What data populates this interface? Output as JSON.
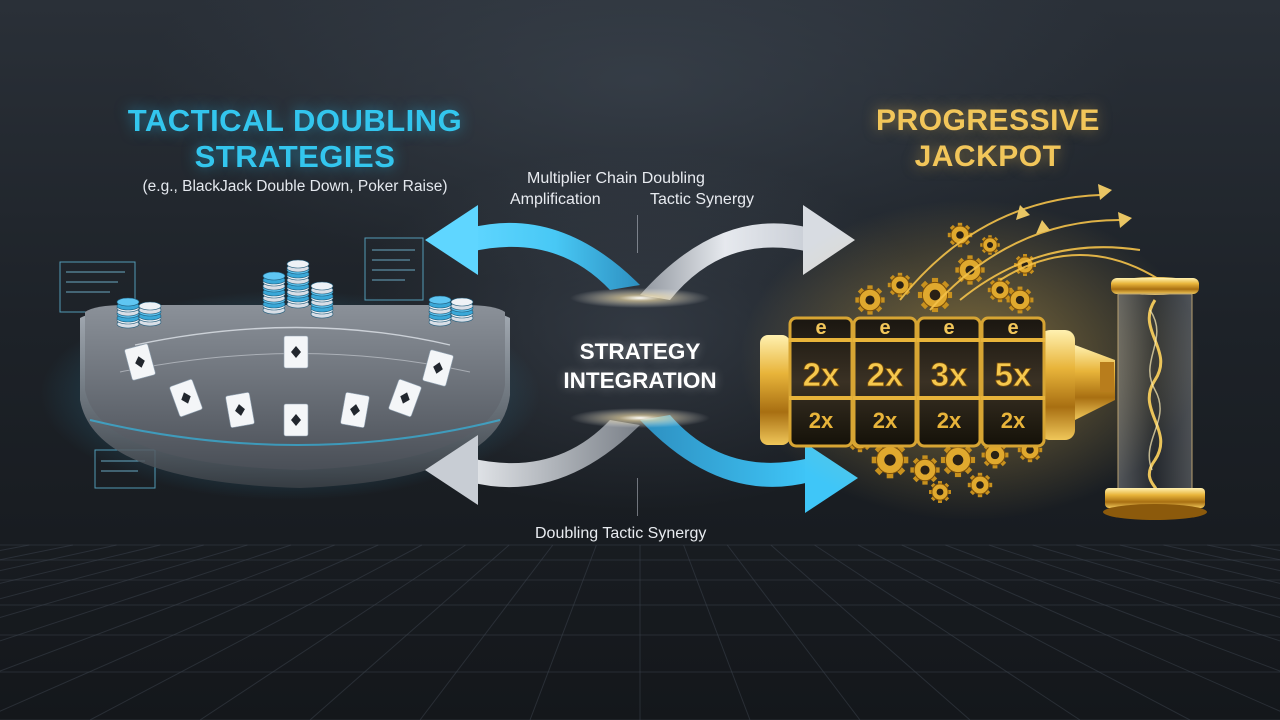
{
  "left_panel": {
    "title_line1": "TACTICAL DOUBLING",
    "title_line2": "STRATEGIES",
    "subtitle": "(e.g., BlackJack Double Down, Poker Raise)"
  },
  "right_panel": {
    "title_line1": "PROGRESSIVE",
    "title_line2": "JACKPOT",
    "reel_top_symbols": [
      "e",
      "e",
      "e",
      "e"
    ],
    "reel_multipliers_main": [
      "2x",
      "2x",
      "3x",
      "5x"
    ],
    "reel_multipliers_lower": [
      "2x",
      "2x",
      "2x",
      "2x"
    ]
  },
  "center": {
    "title_line1": "STRATEGY",
    "title_line2": "INTEGRATION",
    "top_label_a": "Multiplier Chain Doubling",
    "top_label_b": "Amplification",
    "top_label_c": "Tactic Synergy",
    "bottom_label": "Doubling Tactic Synergy"
  },
  "colors": {
    "left_accent": "#33c6ee",
    "right_accent": "#f2c65a",
    "gold": "#d9a520",
    "silver_arrow": "#c9ced6",
    "background": "#1d2228"
  },
  "icons": {
    "table": "blackjack-table-icon",
    "chips": "casino-chip-stack-icon",
    "cards": "playing-card-icon",
    "gears": "gear-icon",
    "reel": "slot-reel-icon",
    "tube": "jackpot-tube-icon"
  }
}
